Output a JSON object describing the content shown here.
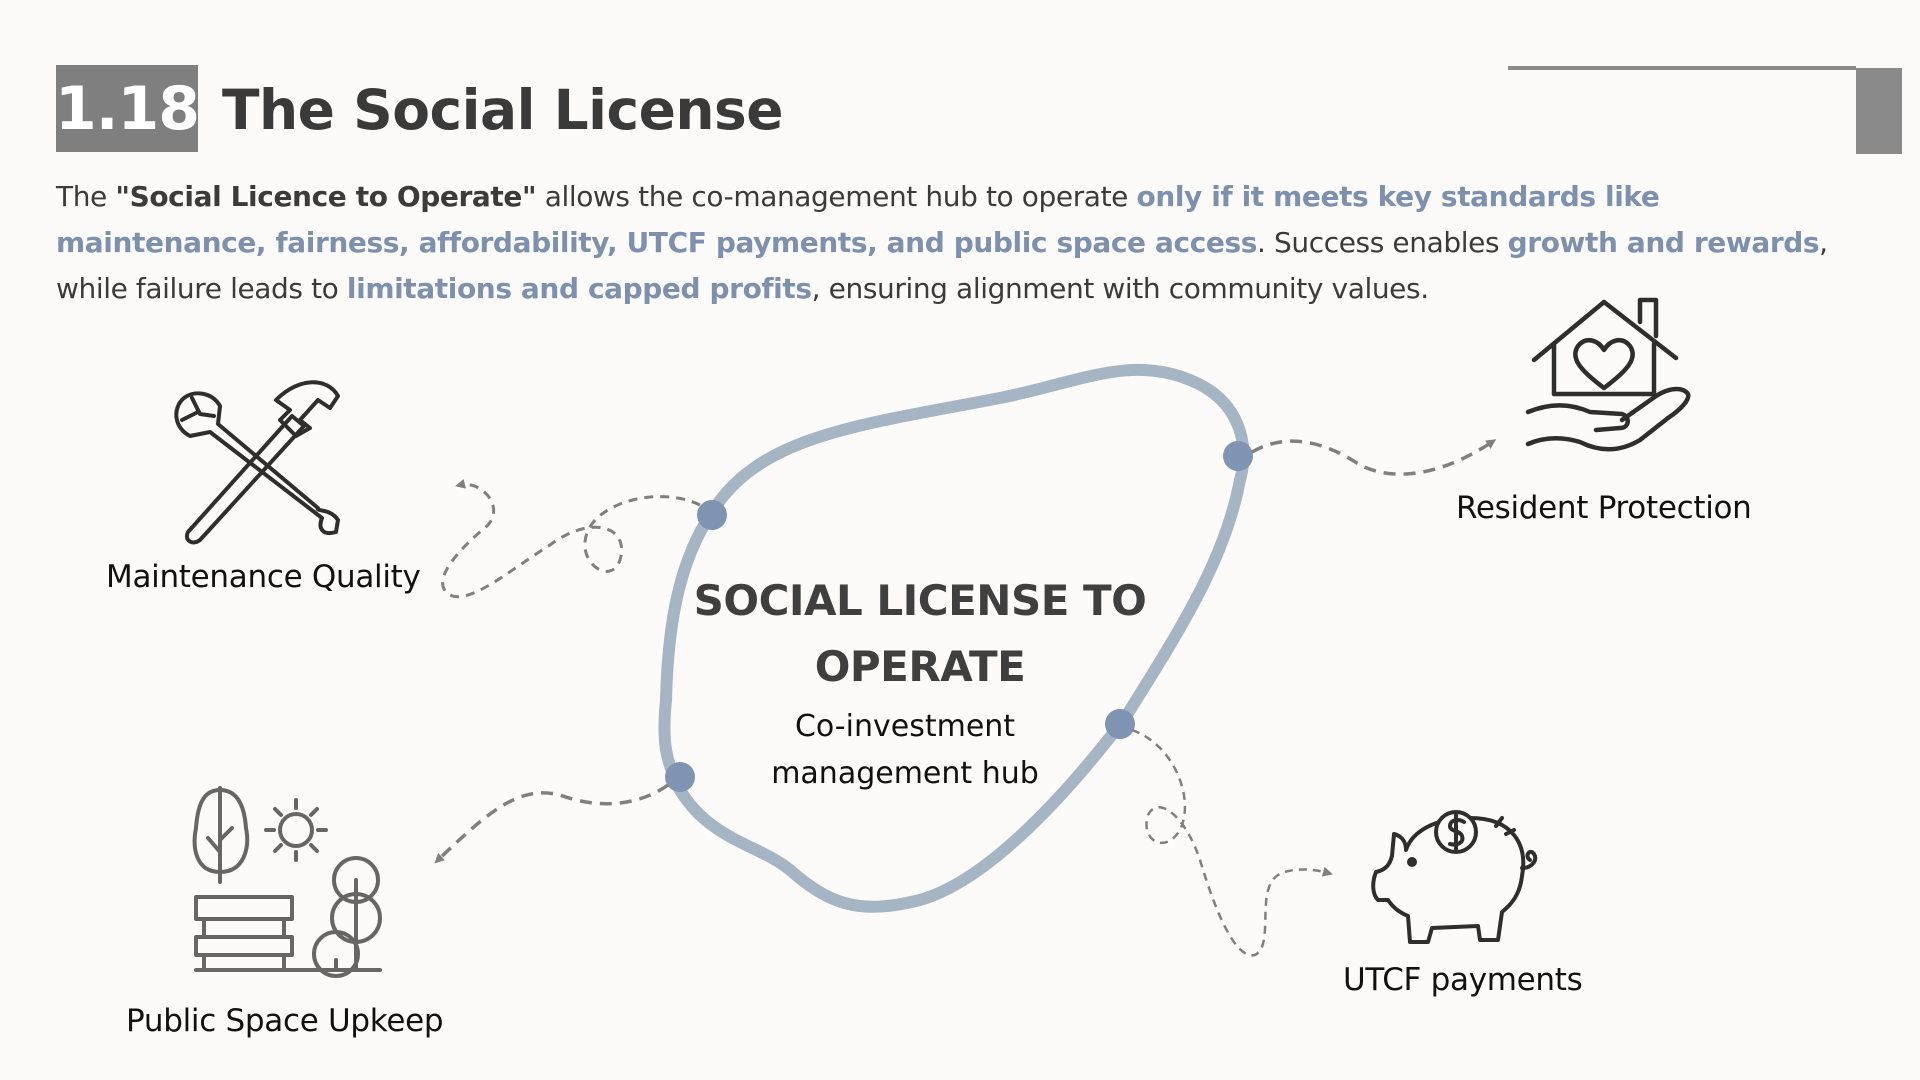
{
  "header": {
    "section_number": "1.18",
    "title": "The Social License"
  },
  "intro": {
    "p1": "The ",
    "p2": "\"Social Licence to Operate\"",
    "p3": " allows the co-management hub to operate ",
    "p4": "only if it meets key standards like maintenance, fairness, affordability, UTCF payments, and public space access",
    "p5": ". Success enables ",
    "p6": "growth and rewards",
    "p7": ", while failure leads to ",
    "p8": "limitations and capped profits",
    "p9": ", ensuring alignment with community values."
  },
  "hub": {
    "title": "SOCIAL LICENSE TO OPERATE",
    "subtitle": "Co-investment management hub"
  },
  "nodes": {
    "maintenance": {
      "label": "Maintenance Quality",
      "icon": "wrench-hammer-icon"
    },
    "resident": {
      "label": "Resident Protection",
      "icon": "house-in-hand-icon"
    },
    "public_space": {
      "label": "Public Space Upkeep",
      "icon": "park-bench-tree-icon"
    },
    "utcf": {
      "label": "UTCF payments",
      "icon": "piggy-bank-icon"
    }
  },
  "colors": {
    "accent": "#7d90ad",
    "blob_stroke": "#a6b5c4",
    "dot": "#7f93b3",
    "badge": "#7f7f7f",
    "connector": "#808080"
  }
}
